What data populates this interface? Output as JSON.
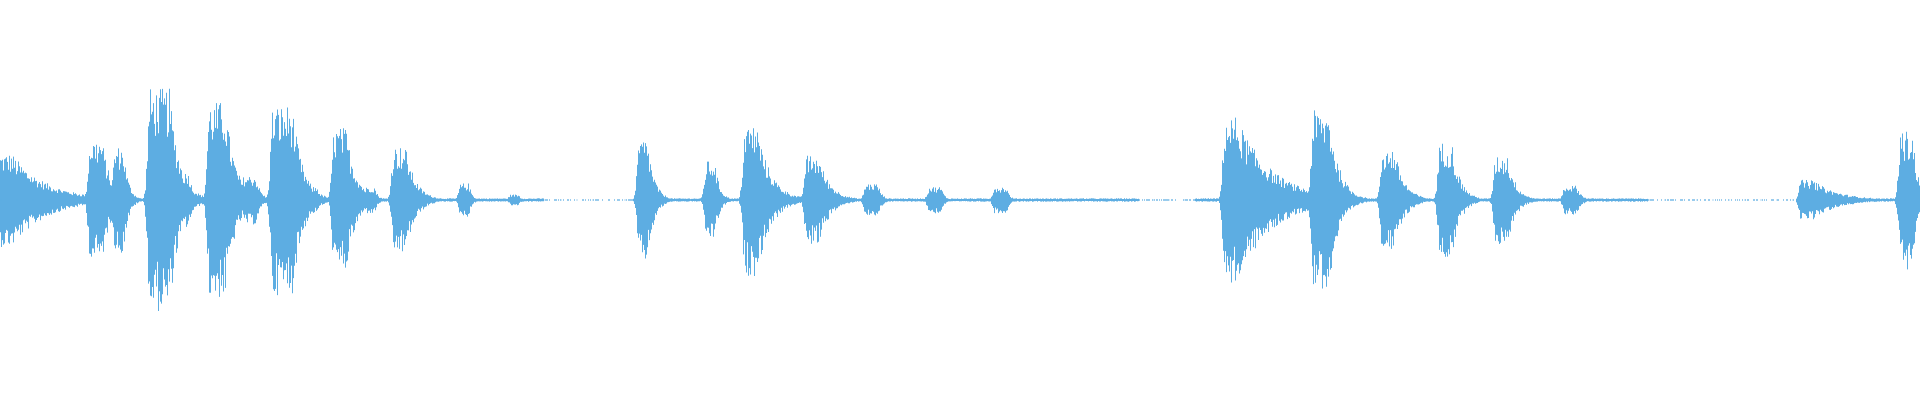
{
  "waveform": {
    "color": "#5dade2",
    "baseline_amplitude": 0.015,
    "bursts": [
      {
        "t": 0.003,
        "amp": 0.42,
        "spread": 0.003,
        "tail": 0.04
      },
      {
        "t": 0.05,
        "amp": 0.55,
        "spread": 0.003,
        "tail": 0.01
      },
      {
        "t": 0.062,
        "amp": 0.48,
        "spread": 0.002,
        "tail": 0.006
      },
      {
        "t": 0.083,
        "amp": 1.0,
        "spread": 0.005,
        "tail": 0.012
      },
      {
        "t": 0.095,
        "amp": 0.25,
        "spread": 0.003,
        "tail": 0.006
      },
      {
        "t": 0.113,
        "amp": 0.88,
        "spread": 0.004,
        "tail": 0.012
      },
      {
        "t": 0.13,
        "amp": 0.22,
        "spread": 0.003,
        "tail": 0.006
      },
      {
        "t": 0.147,
        "amp": 0.85,
        "spread": 0.005,
        "tail": 0.012
      },
      {
        "t": 0.162,
        "amp": 0.12,
        "spread": 0.003,
        "tail": 0.005
      },
      {
        "t": 0.177,
        "amp": 0.65,
        "spread": 0.003,
        "tail": 0.012
      },
      {
        "t": 0.193,
        "amp": 0.12,
        "spread": 0.002,
        "tail": 0.004
      },
      {
        "t": 0.208,
        "amp": 0.48,
        "spread": 0.003,
        "tail": 0.012
      },
      {
        "t": 0.242,
        "amp": 0.15,
        "spread": 0.002,
        "tail": 0.004
      },
      {
        "t": 0.268,
        "amp": 0.05,
        "spread": 0.002,
        "tail": 0.003
      },
      {
        "t": 0.335,
        "amp": 0.55,
        "spread": 0.002,
        "tail": 0.008
      },
      {
        "t": 0.37,
        "amp": 0.35,
        "spread": 0.002,
        "tail": 0.006
      },
      {
        "t": 0.391,
        "amp": 0.68,
        "spread": 0.003,
        "tail": 0.016
      },
      {
        "t": 0.423,
        "amp": 0.4,
        "spread": 0.003,
        "tail": 0.014
      },
      {
        "t": 0.454,
        "amp": 0.15,
        "spread": 0.003,
        "tail": 0.005
      },
      {
        "t": 0.487,
        "amp": 0.12,
        "spread": 0.003,
        "tail": 0.004
      },
      {
        "t": 0.521,
        "amp": 0.12,
        "spread": 0.003,
        "tail": 0.004
      },
      {
        "t": 0.641,
        "amp": 0.75,
        "spread": 0.003,
        "tail": 0.04
      },
      {
        "t": 0.688,
        "amp": 0.8,
        "spread": 0.004,
        "tail": 0.012
      },
      {
        "t": 0.723,
        "amp": 0.46,
        "spread": 0.003,
        "tail": 0.012
      },
      {
        "t": 0.753,
        "amp": 0.52,
        "spread": 0.003,
        "tail": 0.01
      },
      {
        "t": 0.782,
        "amp": 0.4,
        "spread": 0.003,
        "tail": 0.01
      },
      {
        "t": 0.818,
        "amp": 0.13,
        "spread": 0.003,
        "tail": 0.006
      },
      {
        "t": 0.941,
        "amp": 0.18,
        "spread": 0.003,
        "tail": 0.03
      },
      {
        "t": 0.993,
        "amp": 0.62,
        "spread": 0.003,
        "tail": 0.006
      }
    ],
    "gaps": [
      [
        0.283,
        0.33
      ],
      [
        0.593,
        0.622
      ],
      [
        0.858,
        0.935
      ]
    ]
  }
}
